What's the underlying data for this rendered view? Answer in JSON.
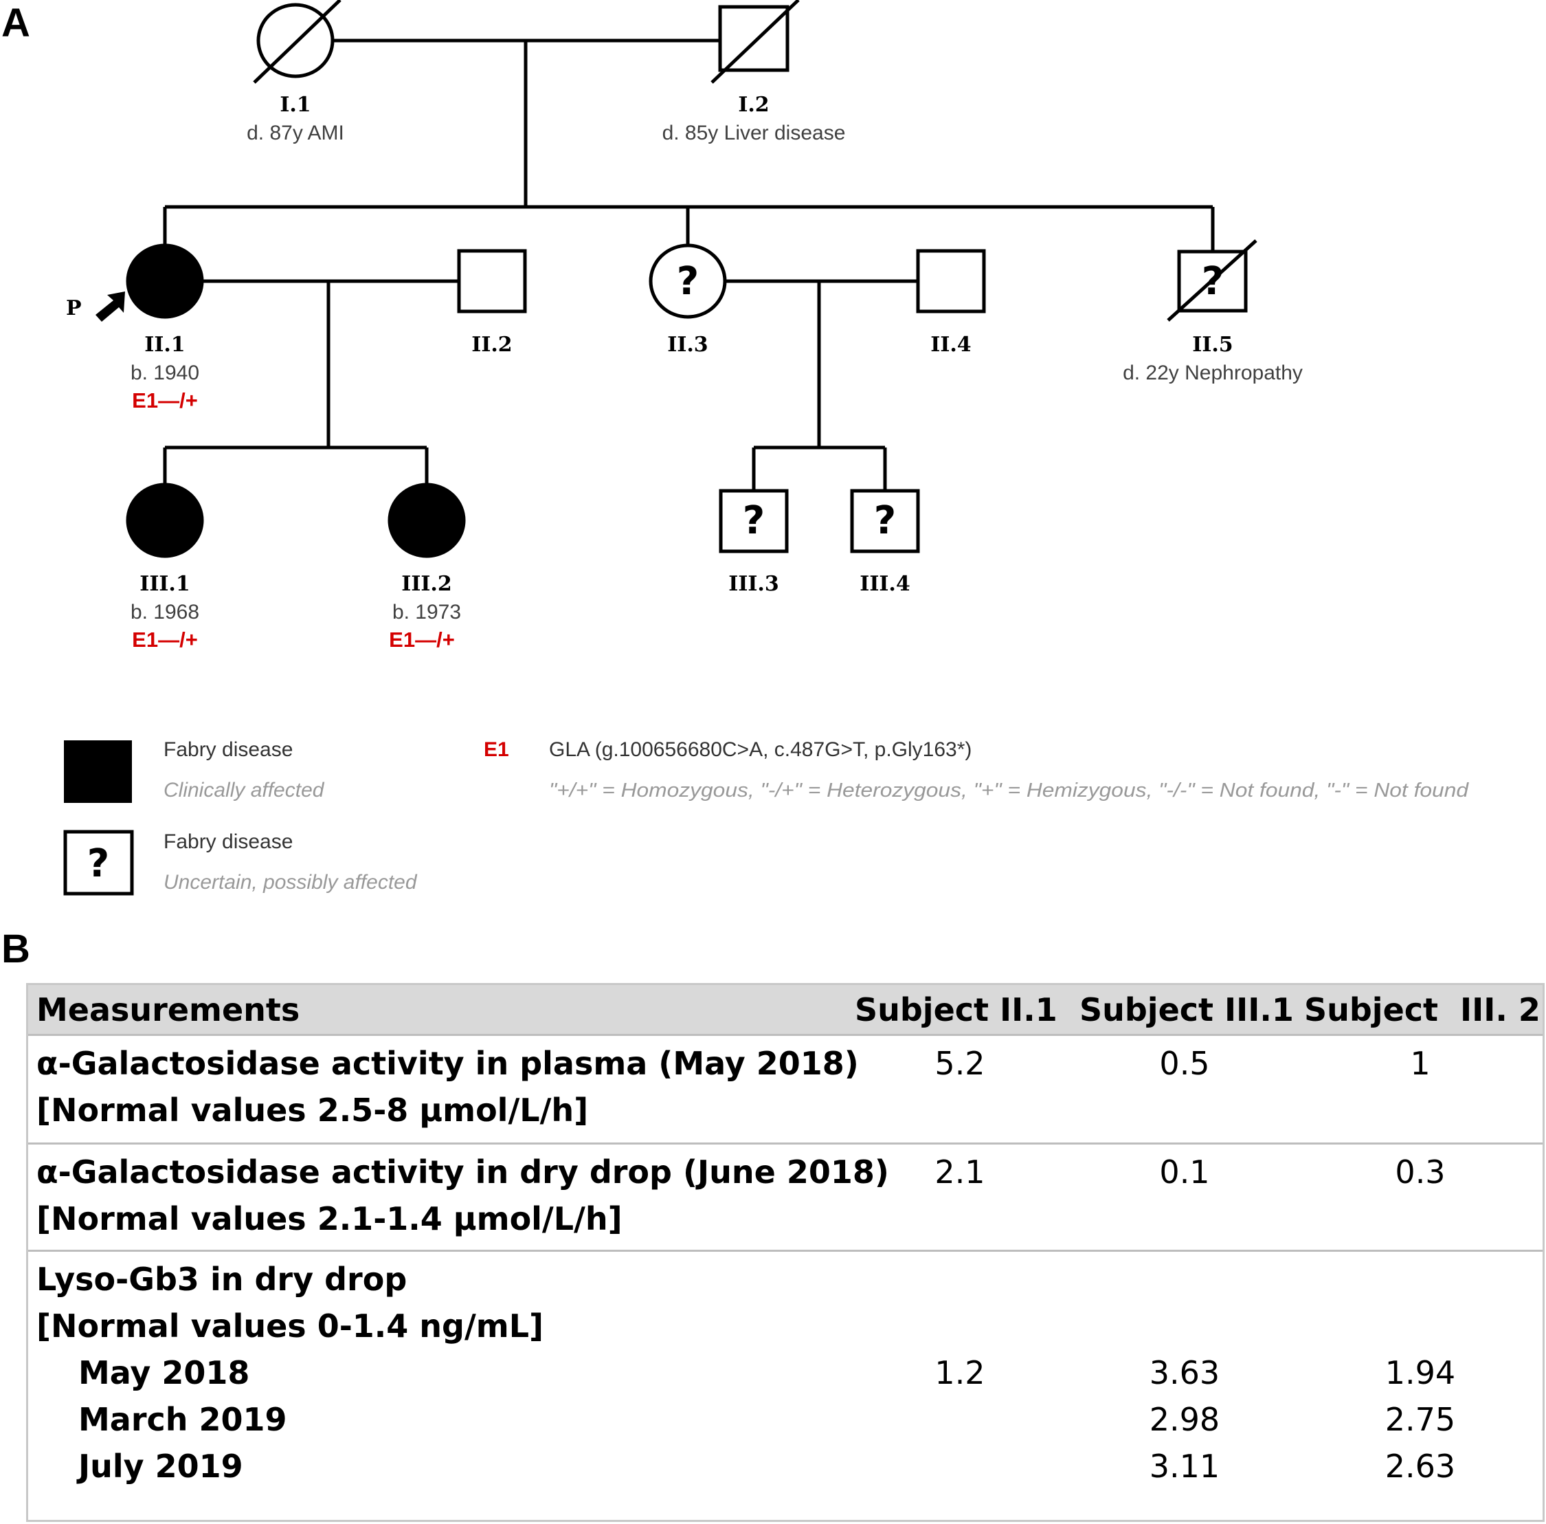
{
  "panel_a_label": "A",
  "panel_b_label": "B",
  "pedigree": {
    "individuals": [
      {
        "id": "I.1",
        "note": "d. 87y AMI"
      },
      {
        "id": "I.2",
        "note": "d. 85y Liver disease"
      },
      {
        "id": "II.1",
        "note": "b. 1940",
        "genotype": "E1—/+"
      },
      {
        "id": "II.2"
      },
      {
        "id": "II.3"
      },
      {
        "id": "II.4"
      },
      {
        "id": "II.5",
        "note": "d. 22y Nephropathy"
      },
      {
        "id": "III.1",
        "note": "b. 1968",
        "genotype": "E1—/+"
      },
      {
        "id": "III.2",
        "note": "b. 1973",
        "genotype": "E1—/+"
      },
      {
        "id": "III.3"
      },
      {
        "id": "III.4"
      }
    ],
    "proband_label": "P",
    "uncertain_mark": "?",
    "genotype_color": "#d40000",
    "note_color": "#404040"
  },
  "legend": {
    "affected_title": "Fabry disease",
    "affected_desc": "Clinically affected",
    "uncertain_title": "Fabry disease",
    "uncertain_desc": "Uncertain, possibly affected",
    "uncertain_mark": "?",
    "variant_code": "E1",
    "variant_text": "GLA (g.100656680C>A, c.487G>T, p.Gly163*)",
    "genotype_key": "\"+/+\" = Homozygous, \"-/+\" = Heterozygous, \"+\" = Hemizygous, \"-/-\" = Not found, \"-\" = Not found"
  },
  "table": {
    "headers": [
      "Measurements",
      "Subject II.1",
      "Subject III.1",
      "Subject  III. 2"
    ],
    "rows": [
      {
        "label": "α-Galactosidase activity in plasma (May 2018)",
        "sublabel": "[Normal values 2.5-8 µmol/L/h]",
        "values": [
          "5.2",
          "0.5",
          "1"
        ]
      },
      {
        "label": "α-Galactosidase activity in dry drop (June 2018)",
        "sublabel": "[Normal values 2.1-1.4 µmol/L/h]",
        "values": [
          "2.1",
          "0.1",
          "0.3"
        ]
      }
    ],
    "lyso": {
      "label": "Lyso-Gb3 in dry drop",
      "sublabel": "[Normal values 0-1.4 ng/mL]",
      "timepoints": [
        {
          "date": "May 2018",
          "values": [
            "1.2",
            "3.63",
            "1.94"
          ]
        },
        {
          "date": "March 2019",
          "values": [
            "",
            "2.98",
            "2.75"
          ]
        },
        {
          "date": "July 2019",
          "values": [
            "",
            "3.11",
            "2.63"
          ]
        }
      ]
    }
  }
}
